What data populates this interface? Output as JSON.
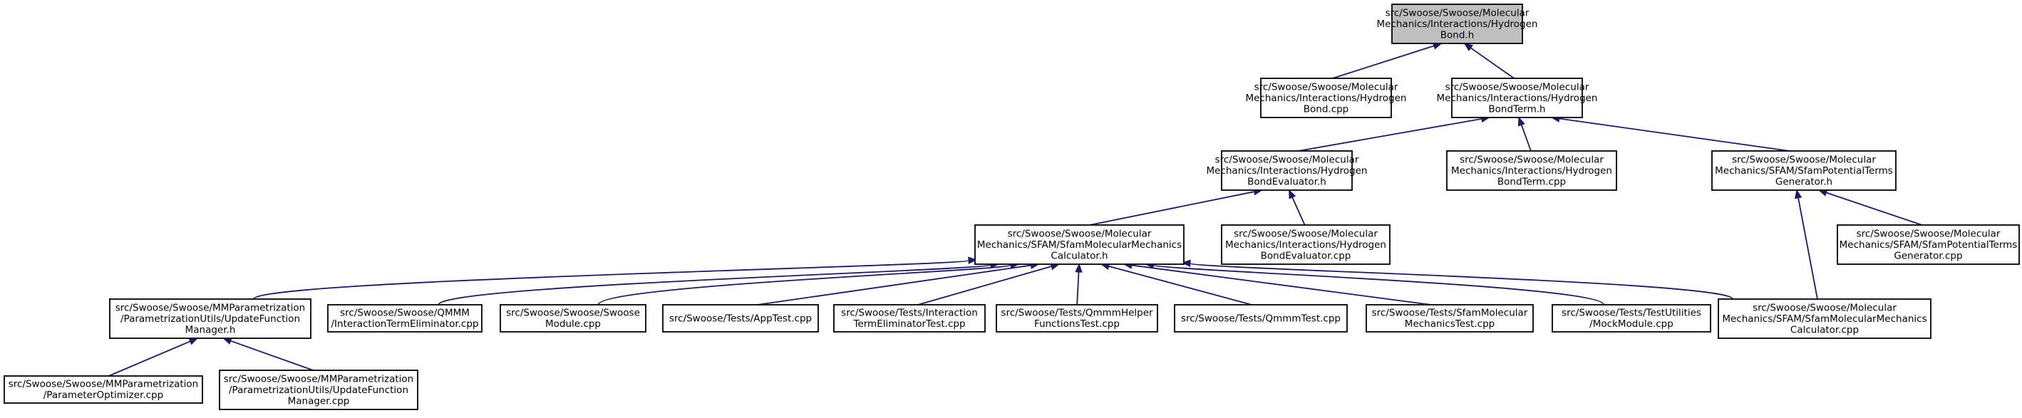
{
  "colors": {
    "edge": "#191970",
    "root_fill": "#bfbfbf",
    "node_fill": "#ffffff",
    "node_border": "#000000"
  },
  "nodes": [
    {
      "id": "hbond_h",
      "lines": [
        "src/Swoose/Swoose/Molecular",
        "Mechanics/Interactions/Hydrogen",
        "Bond.h"
      ],
      "root": true
    },
    {
      "id": "hbond_cpp",
      "lines": [
        "src/Swoose/Swoose/Molecular",
        "Mechanics/Interactions/Hydrogen",
        "Bond.cpp"
      ]
    },
    {
      "id": "hbondterm_h",
      "lines": [
        "src/Swoose/Swoose/Molecular",
        "Mechanics/Interactions/Hydrogen",
        "BondTerm.h"
      ]
    },
    {
      "id": "hbondeval_h",
      "lines": [
        "src/Swoose/Swoose/Molecular",
        "Mechanics/Interactions/Hydrogen",
        "BondEvaluator.h"
      ]
    },
    {
      "id": "hbondterm_cpp",
      "lines": [
        "src/Swoose/Swoose/Molecular",
        "Mechanics/Interactions/Hydrogen",
        "BondTerm.cpp"
      ]
    },
    {
      "id": "sfampot_h",
      "lines": [
        "src/Swoose/Swoose/Molecular",
        "Mechanics/SFAM/SfamPotentialTerms",
        "Generator.h"
      ]
    },
    {
      "id": "sfamcalc_h",
      "lines": [
        "src/Swoose/Swoose/Molecular",
        "Mechanics/SFAM/SfamMolecularMechanics",
        "Calculator.h"
      ]
    },
    {
      "id": "hbondeval_cpp",
      "lines": [
        "src/Swoose/Swoose/Molecular",
        "Mechanics/Interactions/Hydrogen",
        "BondEvaluator.cpp"
      ]
    },
    {
      "id": "sfampot_cpp",
      "lines": [
        "src/Swoose/Swoose/Molecular",
        "Mechanics/SFAM/SfamPotentialTerms",
        "Generator.cpp"
      ]
    },
    {
      "id": "updfm_h",
      "lines": [
        "src/Swoose/Swoose/MMParametrization",
        "/ParametrizationUtils/UpdateFunction",
        "Manager.h"
      ]
    },
    {
      "id": "qmmm_elim",
      "lines": [
        "src/Swoose/Swoose/QMMM",
        "/InteractionTermEliminator.cpp"
      ]
    },
    {
      "id": "swoose_module",
      "lines": [
        "src/Swoose/Swoose/Swoose",
        "Module.cpp"
      ]
    },
    {
      "id": "apptest",
      "lines": [
        "src/Swoose/Tests/AppTest.cpp"
      ]
    },
    {
      "id": "interelim_test",
      "lines": [
        "src/Swoose/Tests/Interaction",
        "TermEliminatorTest.cpp"
      ]
    },
    {
      "id": "qmmmhelper_test",
      "lines": [
        "src/Swoose/Tests/QmmmHelper",
        "FunctionsTest.cpp"
      ]
    },
    {
      "id": "qmmm_test",
      "lines": [
        "src/Swoose/Tests/QmmmTest.cpp"
      ]
    },
    {
      "id": "sfammm_test",
      "lines": [
        "src/Swoose/Tests/SfamMolecular",
        "MechanicsTest.cpp"
      ]
    },
    {
      "id": "mockmodule",
      "lines": [
        "src/Swoose/Tests/TestUtilities",
        "/MockModule.cpp"
      ]
    },
    {
      "id": "sfamcalc_cpp",
      "lines": [
        "src/Swoose/Swoose/Molecular",
        "Mechanics/SFAM/SfamMolecularMechanics",
        "Calculator.cpp"
      ]
    },
    {
      "id": "paramopt",
      "lines": [
        "src/Swoose/Swoose/MMParametrization",
        "/ParameterOptimizer.cpp"
      ]
    },
    {
      "id": "updfm_cpp",
      "lines": [
        "src/Swoose/Swoose/MMParametrization",
        "/ParametrizationUtils/UpdateFunction",
        "Manager.cpp"
      ]
    }
  ],
  "edges": [
    {
      "from": "hbond_cpp",
      "to": "hbond_h"
    },
    {
      "from": "hbondterm_h",
      "to": "hbond_h"
    },
    {
      "from": "hbondeval_h",
      "to": "hbondterm_h"
    },
    {
      "from": "hbondterm_cpp",
      "to": "hbondterm_h"
    },
    {
      "from": "sfampot_h",
      "to": "hbondterm_h"
    },
    {
      "from": "sfamcalc_h",
      "to": "hbondeval_h"
    },
    {
      "from": "hbondeval_cpp",
      "to": "hbondeval_h"
    },
    {
      "from": "sfamcalc_cpp",
      "to": "sfampot_h"
    },
    {
      "from": "sfampot_cpp",
      "to": "sfampot_h"
    },
    {
      "from": "updfm_h",
      "to": "sfamcalc_h"
    },
    {
      "from": "qmmm_elim",
      "to": "sfamcalc_h"
    },
    {
      "from": "swoose_module",
      "to": "sfamcalc_h"
    },
    {
      "from": "apptest",
      "to": "sfamcalc_h"
    },
    {
      "from": "interelim_test",
      "to": "sfamcalc_h"
    },
    {
      "from": "qmmmhelper_test",
      "to": "sfamcalc_h"
    },
    {
      "from": "qmmm_test",
      "to": "sfamcalc_h"
    },
    {
      "from": "sfammm_test",
      "to": "sfamcalc_h"
    },
    {
      "from": "mockmodule",
      "to": "sfamcalc_h"
    },
    {
      "from": "sfamcalc_cpp",
      "to": "sfamcalc_h"
    },
    {
      "from": "paramopt",
      "to": "updfm_h"
    },
    {
      "from": "updfm_cpp",
      "to": "updfm_h"
    }
  ]
}
